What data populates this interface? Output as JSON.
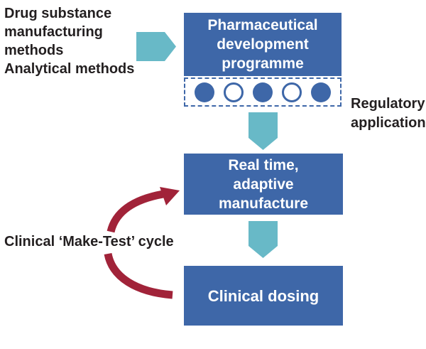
{
  "colors": {
    "box_blue": "#3e67a8",
    "teal": "#68b9c7",
    "arrow_red": "#a12339",
    "text_dark": "#231f20",
    "white": "#ffffff"
  },
  "diagram": {
    "inputs_label": "Drug substance\nmanufacturing\nmethods\nAnalytical methods",
    "box_development": "Pharmaceutical\ndevelopment\nprogramme",
    "milestones": [
      "circle filled",
      "circle outline",
      "circle filled",
      "circle outline",
      "circle filled"
    ],
    "regulatory_label": "Regulatory\napplication",
    "box_manufacture": "Real time,\nadaptive\nmanufacture",
    "box_dosing": "Clinical dosing",
    "cycle_label": "Clinical ‘Make-Test’ cycle"
  }
}
